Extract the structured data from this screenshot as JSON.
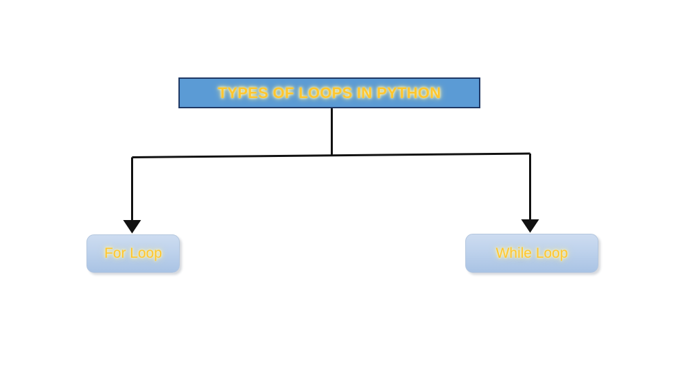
{
  "diagram": {
    "type": "tree",
    "background_color": "#ffffff",
    "root": {
      "label": "TYPES OF LOOPS IN PYTHON",
      "fill_color": "#5b9bd5",
      "border_color": "#1f3864",
      "text_color": "#ffc62e"
    },
    "children": [
      {
        "label": "For Loop",
        "fill_color": "#bed2ec",
        "border_color": "#b3c6de",
        "text_color": "#ffc62e"
      },
      {
        "label": "While Loop",
        "fill_color": "#bed2ec",
        "border_color": "#b3c6de",
        "text_color": "#ffc62e"
      }
    ],
    "connectors": {
      "line_color": "#111111",
      "arrow_style": "filled-triangle"
    }
  }
}
